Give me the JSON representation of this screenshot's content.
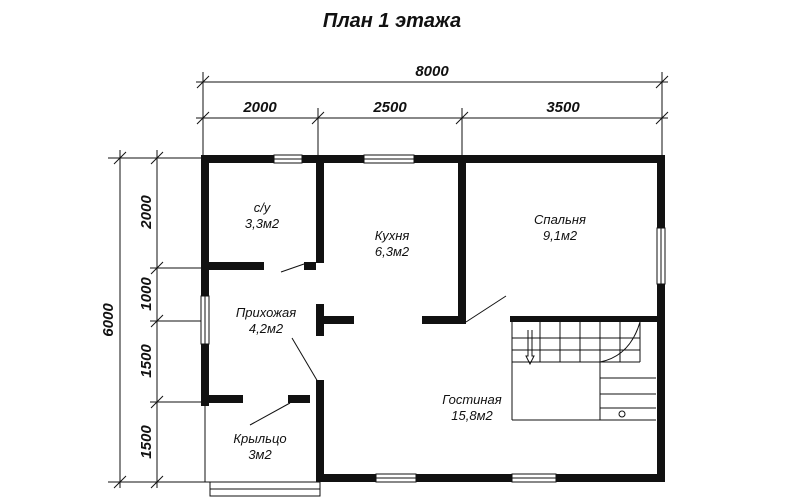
{
  "title": "План 1 этажа",
  "dimensions": {
    "total_width": "8000",
    "width_1": "2000",
    "width_2": "2500",
    "width_3": "3500",
    "total_height": "6000",
    "height_1": "2000",
    "height_2": "1000",
    "height_3": "1500",
    "height_4": "1500"
  },
  "rooms": {
    "bathroom": {
      "name": "с/у",
      "area": "3,3м2"
    },
    "kitchen": {
      "name": "Кухня",
      "area": "6,3м2"
    },
    "bedroom": {
      "name": "Спальня",
      "area": "9,1м2"
    },
    "hallway": {
      "name": "Прихожая",
      "area": "4,2м2"
    },
    "living": {
      "name": "Гостиная",
      "area": "15,8м2"
    },
    "porch": {
      "name": "Крыльцо",
      "area": "3м2"
    }
  }
}
